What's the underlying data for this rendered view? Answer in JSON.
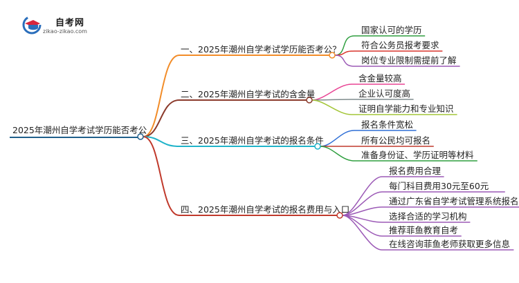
{
  "logo": {
    "title": "自考网",
    "url": "zikao-zikao.com",
    "icon": "graduation-cap-icon"
  },
  "root": {
    "label": "2025年潮州自学考试学历能否考公",
    "color": "#1f5f8b"
  },
  "branches": [
    {
      "label": "一、2025年潮州自学考试学历能否考公？",
      "color": "#f28c28",
      "children": [
        "国家认可的学历",
        "符合公务员报考要求",
        "岗位专业限制需提前了解"
      ],
      "child_colors": [
        "#2e9e3e",
        "#d9342b",
        "#9b59b6"
      ]
    },
    {
      "label": "二、2025年潮州自学考试的含金量",
      "color": "#8b3a2b",
      "children": [
        "含金量较高",
        "企业认可度高",
        "证明自学能力和专业知识"
      ],
      "child_colors": [
        "#e84393",
        "#7f8c8d",
        "#a4c639"
      ]
    },
    {
      "label": "三、2025年潮州自学考试的报名条件",
      "color": "#1fb3c9",
      "children": [
        "报名条件宽松",
        "所有公民均可报名",
        "准备身份证、学历证明等材料"
      ],
      "child_colors": [
        "#2f6fd6",
        "#c0392b",
        "#2e9e3e"
      ]
    },
    {
      "label": "四、2025年潮州自学考试的报名费用与入口",
      "color": "#c0392b",
      "children": [
        "报名费用合理",
        "每门科目费用30元至60元",
        "通过广东省自学考试管理系统报名",
        "选择合适的学习机构",
        "推荐菲鱼教育自考",
        "在线咨询菲鱼老师获取更多信息"
      ],
      "child_colors": [
        "#9b59b6",
        "#9b59b6",
        "#9b59b6",
        "#9b59b6",
        "#9b59b6",
        "#9b59b6"
      ]
    }
  ]
}
